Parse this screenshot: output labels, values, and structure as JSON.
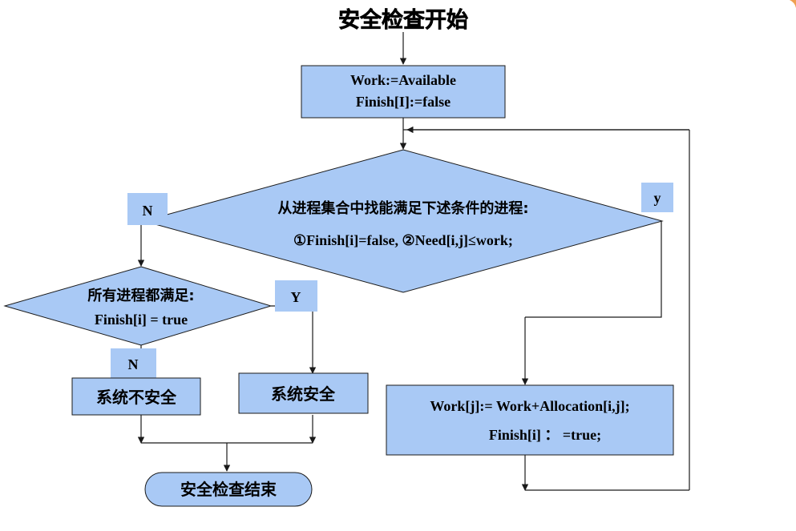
{
  "diagram": {
    "start_label": "安全检查开始",
    "init": {
      "line1": "Work:=Available",
      "line2": "Finish[I]:=false"
    },
    "decision_main": {
      "line1": "从进程集合中找能满足下述条件的进程:",
      "line2": "①Finish[i]=false, ②Need[i,j]≤work;"
    },
    "decision_all": {
      "line1": "所有进程都满足:",
      "line2": "Finish[i] = true"
    },
    "labels": {
      "main_no": "N",
      "main_yes": "y",
      "all_yes": "Y",
      "all_no": "N"
    },
    "unsafe_label": "系统不安全",
    "safe_label": "系统安全",
    "update": {
      "line1": "Work[j]:= Work+Allocation[i,j];",
      "line2": "Finish[i] ： =true;"
    },
    "end_label": "安全检查结束"
  }
}
